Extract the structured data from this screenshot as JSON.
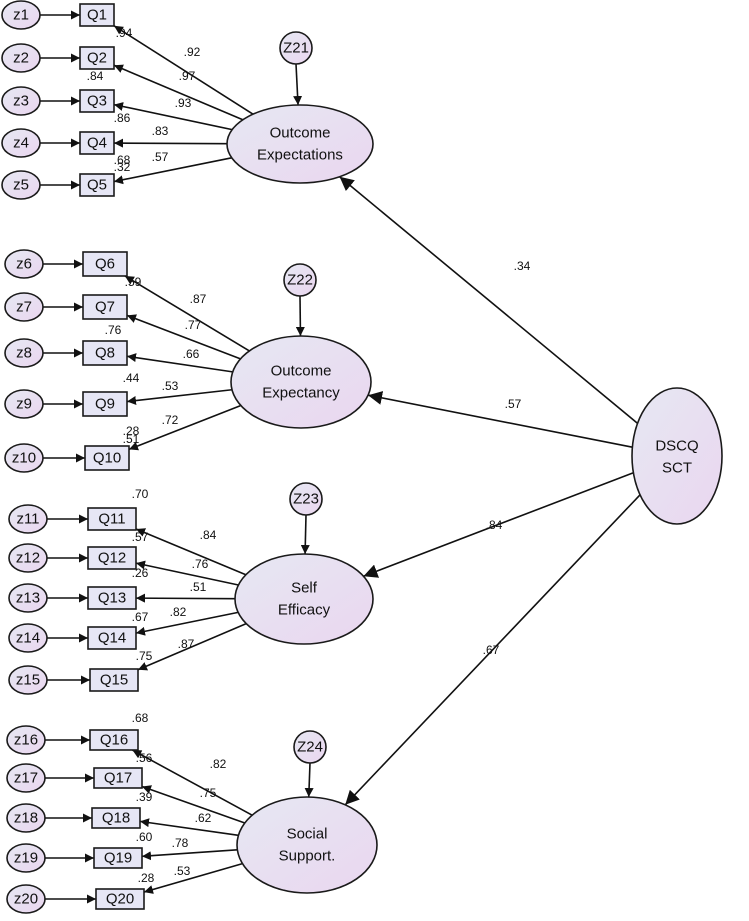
{
  "colors": {
    "node_fill_start": "#e6e8f2",
    "node_fill_end": "#ead6f0",
    "box_fill": "#e6e6f5",
    "stroke": "#111111"
  },
  "factors": [
    {
      "id": "oe1",
      "lines": [
        "Outcome",
        "Expectations"
      ],
      "disturbance": "Z21",
      "path_from_dscq": ".34",
      "items": [
        {
          "error": "z1",
          "item": "Q1",
          "loading": ".92",
          "r2": ".94"
        },
        {
          "error": "z2",
          "item": "Q2",
          "loading": ".97",
          "r2": ".84"
        },
        {
          "error": "z3",
          "item": "Q3",
          "loading": ".93",
          "r2": ".86"
        },
        {
          "error": "z4",
          "item": "Q4",
          "loading": ".83",
          "r2": ".68"
        },
        {
          "error": "z5",
          "item": "Q5",
          "loading": ".57",
          "r2": ".32"
        }
      ]
    },
    {
      "id": "oe2",
      "lines": [
        "Outcome",
        "Expectancy"
      ],
      "disturbance": "Z22",
      "path_from_dscq": ".57",
      "items": [
        {
          "error": "z6",
          "item": "Q6",
          "loading": ".87",
          "r2": ".59"
        },
        {
          "error": "z7",
          "item": "Q7",
          "loading": ".77",
          "r2": ".76"
        },
        {
          "error": "z8",
          "item": "Q8",
          "loading": ".66",
          "r2": ".44"
        },
        {
          "error": "z9",
          "item": "Q9",
          "loading": ".53",
          "r2": ".28"
        },
        {
          "error": "z10",
          "item": "Q10",
          "loading": ".72",
          "r2": ".51"
        }
      ]
    },
    {
      "id": "se",
      "lines": [
        "Self",
        "Efficacy"
      ],
      "disturbance": "Z23",
      "path_from_dscq": ".84",
      "items": [
        {
          "error": "z11",
          "item": "Q11",
          "loading": ".84",
          "r2": ".70"
        },
        {
          "error": "z12",
          "item": "Q12",
          "loading": ".76",
          "r2": ".57"
        },
        {
          "error": "z13",
          "item": "Q13",
          "loading": ".51",
          "r2": ".26"
        },
        {
          "error": "z14",
          "item": "Q14",
          "loading": ".82",
          "r2": ".67"
        },
        {
          "error": "z15",
          "item": "Q15",
          "loading": ".87",
          "r2": ".75"
        }
      ]
    },
    {
      "id": "ss",
      "lines": [
        "Social",
        "Support."
      ],
      "disturbance": "Z24",
      "path_from_dscq": ".67",
      "items": [
        {
          "error": "z16",
          "item": "Q16",
          "loading": ".82",
          "r2": ".68"
        },
        {
          "error": "z17",
          "item": "Q17",
          "loading": ".75",
          "r2": ".56"
        },
        {
          "error": "z18",
          "item": "Q18",
          "loading": ".62",
          "r2": ".39"
        },
        {
          "error": "z19",
          "item": "Q19",
          "loading": ".78",
          "r2": ".60"
        },
        {
          "error": "z20",
          "item": "Q20",
          "loading": ".53",
          "r2": ".28"
        }
      ]
    }
  ],
  "second_order": {
    "lines": [
      "DSCQ",
      "SCT"
    ]
  }
}
